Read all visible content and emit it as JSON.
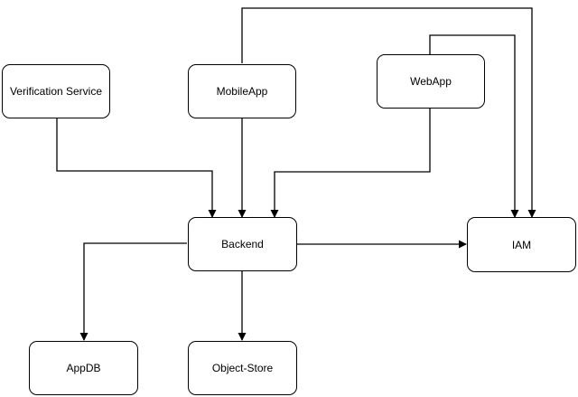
{
  "diagram": {
    "nodes": {
      "verification_service": "Verification Service",
      "mobileapp": "MobileApp",
      "webapp": "WebApp",
      "backend": "Backend",
      "iam": "IAM",
      "appdb": "AppDB",
      "object_store": "Object-Store"
    },
    "edges": [
      {
        "from": "verification_service",
        "to": "backend"
      },
      {
        "from": "mobileapp",
        "to": "backend"
      },
      {
        "from": "webapp",
        "to": "backend"
      },
      {
        "from": "mobileapp",
        "to": "iam"
      },
      {
        "from": "webapp",
        "to": "iam"
      },
      {
        "from": "backend",
        "to": "iam"
      },
      {
        "from": "backend",
        "to": "appdb"
      },
      {
        "from": "backend",
        "to": "object_store"
      }
    ],
    "colors": {
      "stroke": "#000000",
      "fill": "#ffffff",
      "text": "#000000"
    }
  }
}
